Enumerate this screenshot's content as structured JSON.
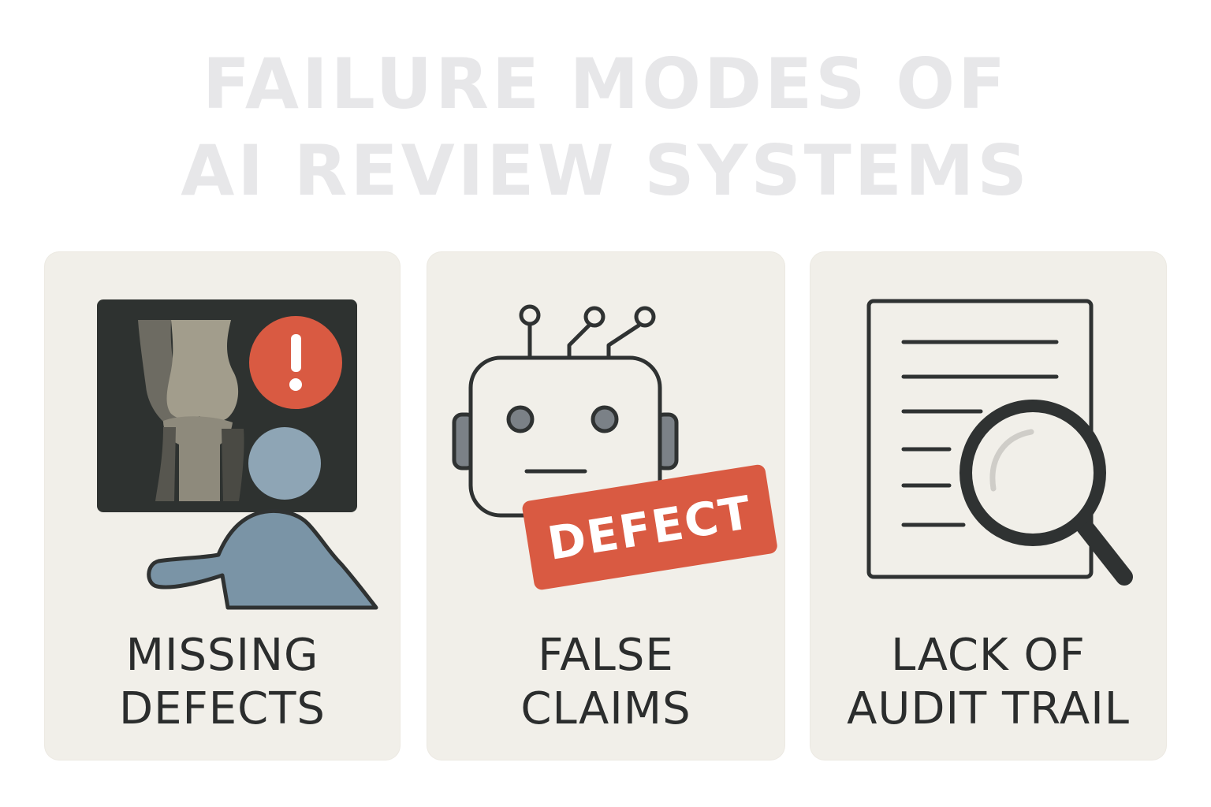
{
  "title": {
    "line1": "FAILURE MODES OF",
    "line2": "AI REVIEW SYSTEMS"
  },
  "colors": {
    "title": "#e7e7e9",
    "card_background": "#f1efe9",
    "caption_text": "#2b2d2d",
    "alert_red": "#d95a42",
    "person_blue": "#7a94a6",
    "outline": "#2f3232"
  },
  "cards": [
    {
      "caption_line1": "MISSING",
      "caption_line2": "DEFECTS",
      "icon": "xray-reviewer-alert-icon"
    },
    {
      "caption_line1": "FALSE",
      "caption_line2": "CLAIMS",
      "icon": "robot-defect-stamp-icon",
      "stamp_text": "DEFECT"
    },
    {
      "caption_line1": "LACK OF",
      "caption_line2": "AUDIT TRAIL",
      "icon": "document-magnifier-icon"
    }
  ]
}
